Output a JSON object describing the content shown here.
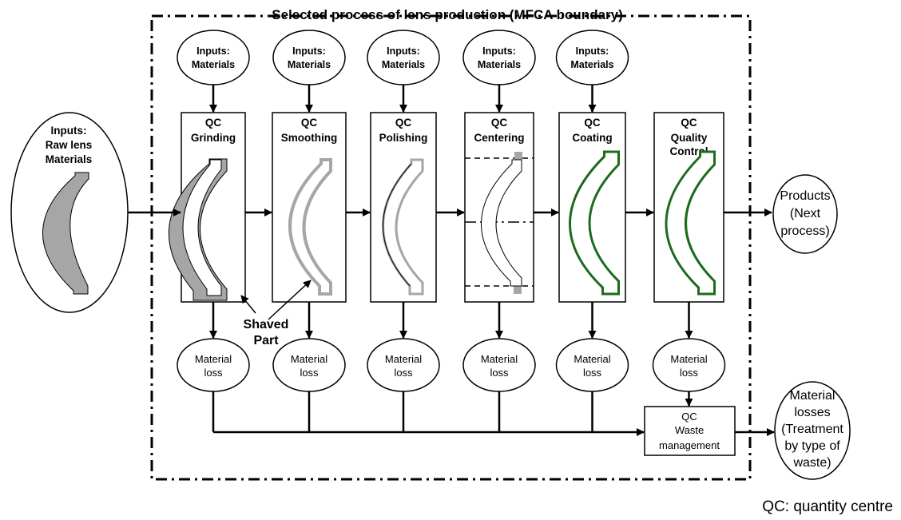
{
  "title": "Selected process of lens production (MFCA boundary)",
  "raw_input": [
    "Inputs:",
    "Raw lens",
    "Materials"
  ],
  "input_label": [
    "Inputs:",
    "Materials"
  ],
  "processes": [
    {
      "qc": "QC",
      "name": [
        "Grinding"
      ]
    },
    {
      "qc": "QC",
      "name": [
        "Smoothing"
      ]
    },
    {
      "qc": "QC",
      "name": [
        "Polishing"
      ]
    },
    {
      "qc": "QC",
      "name": [
        "Centering"
      ]
    },
    {
      "qc": "QC",
      "name": [
        "Coating"
      ]
    },
    {
      "qc": "QC",
      "name": [
        "Quality",
        "Control"
      ]
    }
  ],
  "loss_label": [
    "Material",
    "loss"
  ],
  "waste": [
    "QC",
    "Waste",
    "management"
  ],
  "products": [
    "Products",
    "(Next",
    "process)"
  ],
  "losses": [
    "Material",
    "losses",
    "(Treatment",
    "by type of",
    "waste)"
  ],
  "shaved": [
    "Shaved",
    "Part"
  ],
  "legend": "QC: quantity centre",
  "colors": {
    "lens_gray": "#a6a6a6",
    "coat_green": "#1e6b1e",
    "line": "#000000"
  }
}
